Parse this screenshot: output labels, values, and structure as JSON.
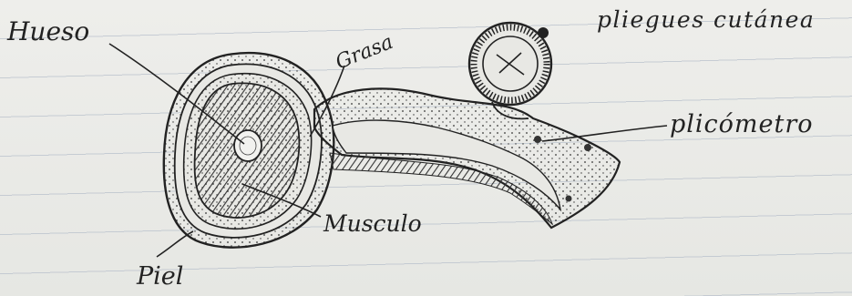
{
  "labels": {
    "hueso": "Hueso",
    "grasa": "Grasa",
    "pliegues": "pliegues cutánea",
    "plicometro": "plicómetro",
    "musculo": "Musculo",
    "piel": "Piel"
  },
  "colors": {
    "paper": "#ececea",
    "ink": "#222222",
    "rule_lines": "#b9c1cc"
  }
}
